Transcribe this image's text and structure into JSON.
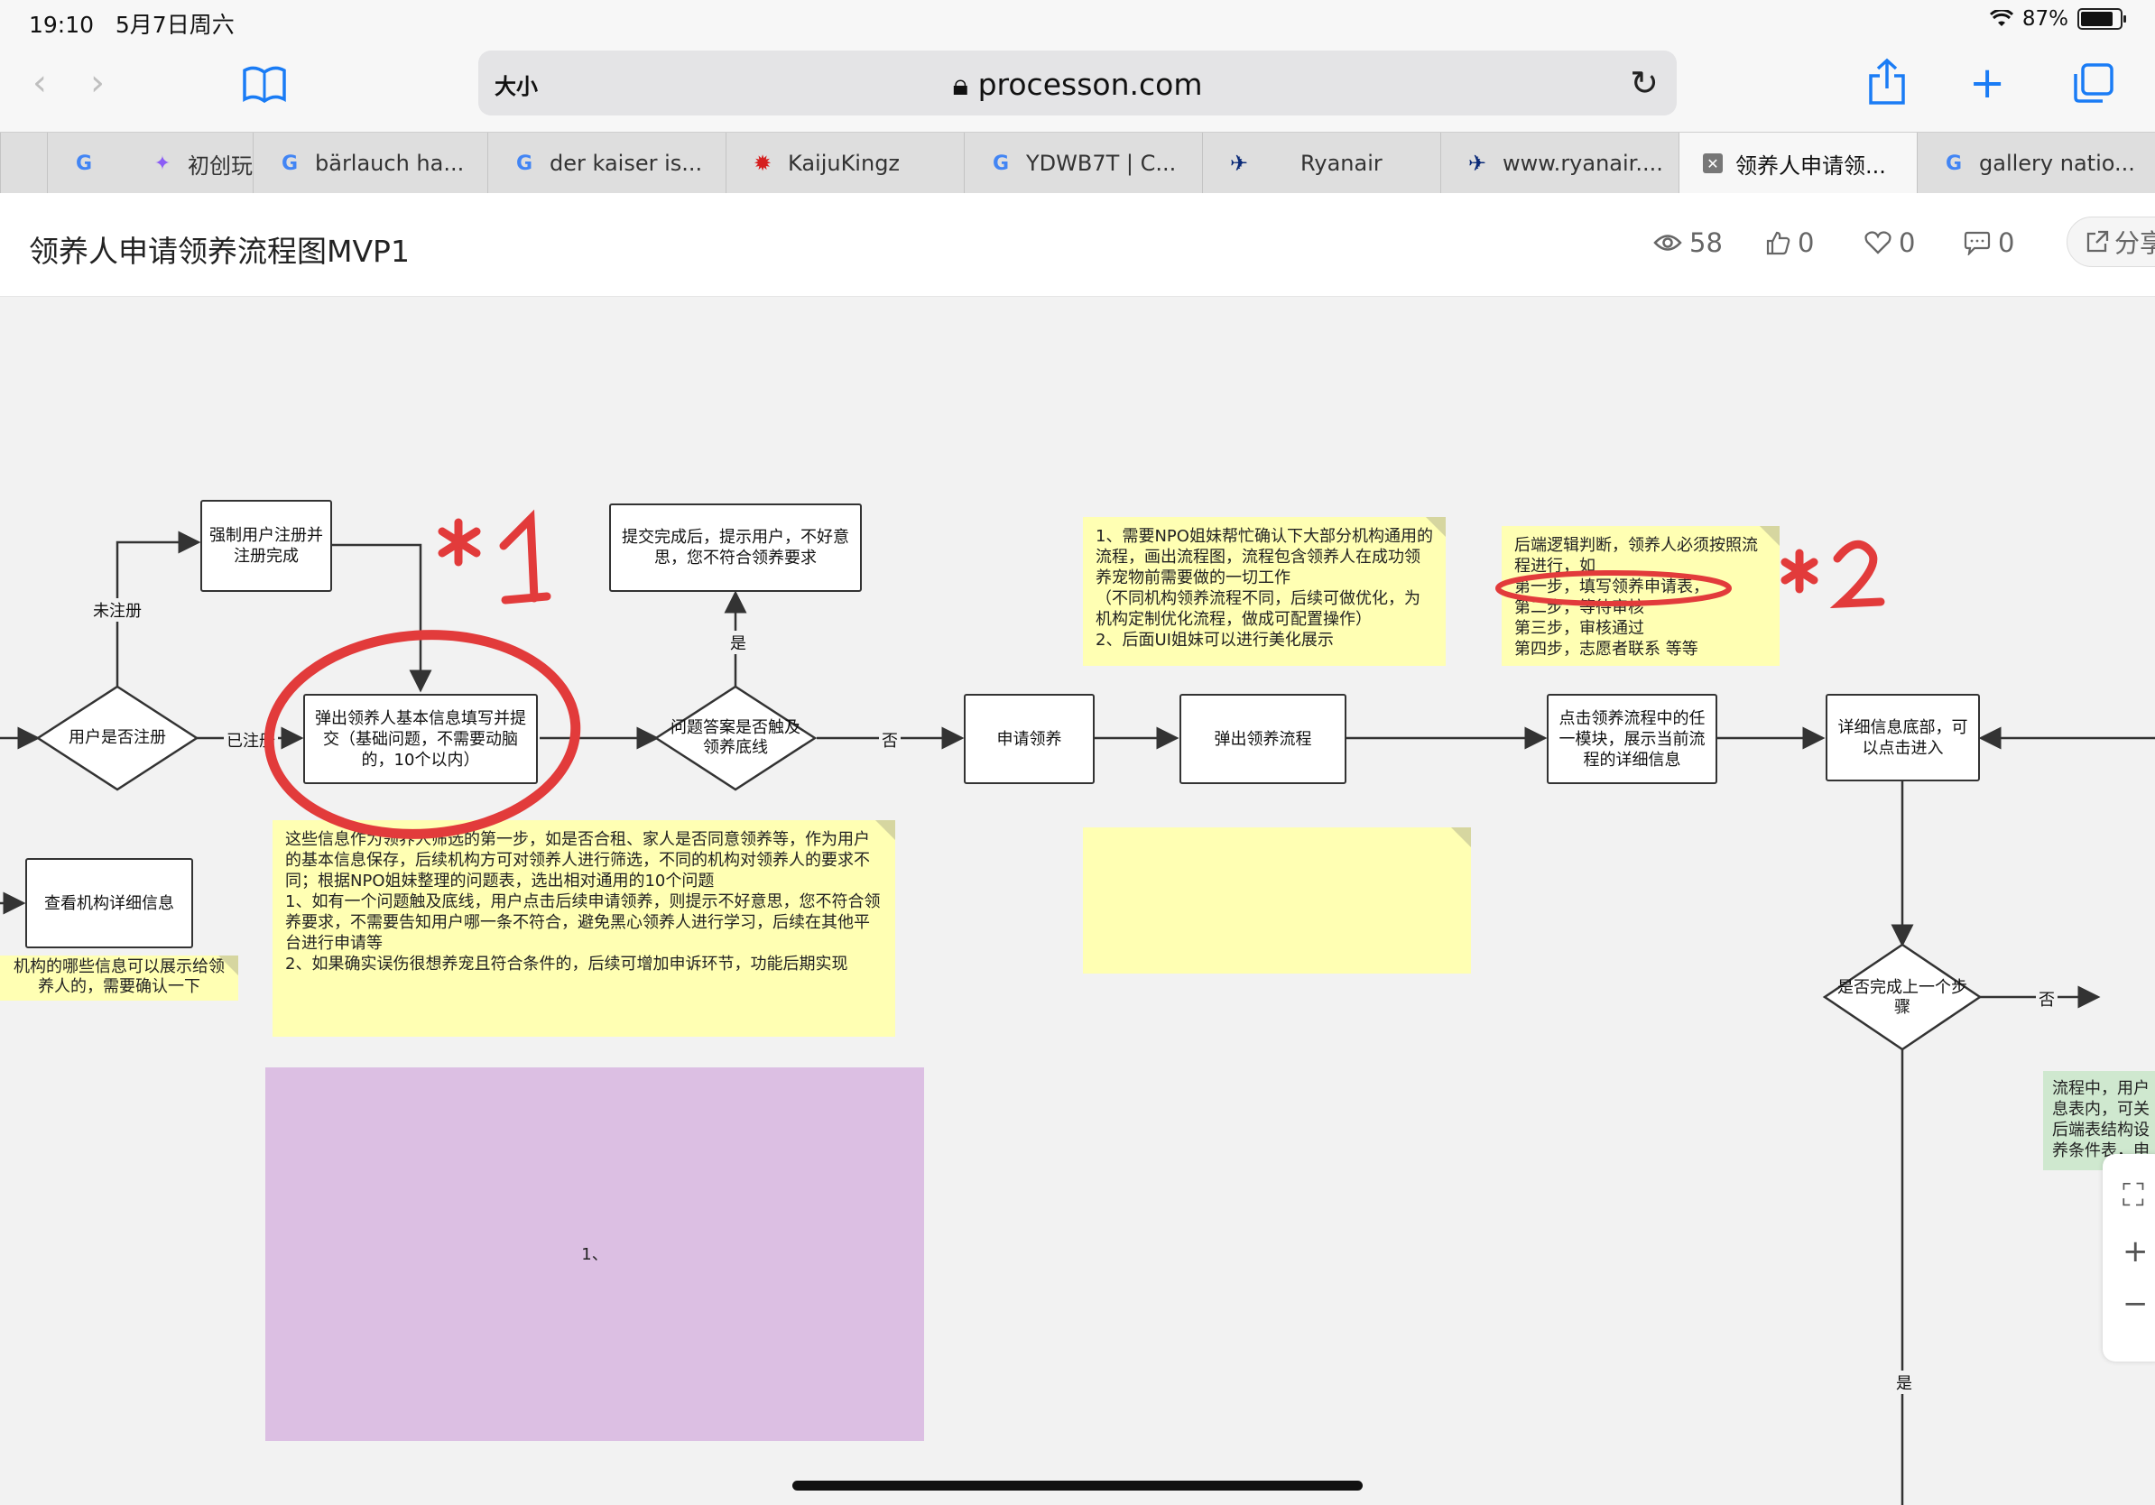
{
  "status_bar": {
    "time": "19:10",
    "date": "5月7日周六",
    "battery": "87%",
    "battery_level": 0.87
  },
  "toolbar": {
    "back_icon": "chevron-left-icon",
    "forward_icon": "chevron-right-icon",
    "bookmarks_icon": "book-icon",
    "text_size": "大小",
    "url": "processon.com",
    "share_icon": "share-icon",
    "new_tab_icon": "plus-icon",
    "tabs_icon": "tabs-icon"
  },
  "tabs": [
    {
      "label": "",
      "icon": "google-icon"
    },
    {
      "label": "初创玩家",
      "icon": "app-icon"
    },
    {
      "label": "bärlauch ha...",
      "icon": "google-icon"
    },
    {
      "label": "der kaiser is...",
      "icon": "google-icon"
    },
    {
      "label": "KaijuKingz",
      "icon": "kaiju-icon"
    },
    {
      "label": "YDWB7T | C...",
      "icon": "google-icon"
    },
    {
      "label": "Ryanair",
      "icon": "ryanair-icon"
    },
    {
      "label": "www.ryanair....",
      "icon": "ryanair-icon"
    },
    {
      "label": "领养人申请领...",
      "icon": "close-icon",
      "active": true
    },
    {
      "label": "gallery natio...",
      "icon": "google-icon"
    }
  ],
  "header": {
    "title": "领养人申请领养流程图MVP1",
    "views": "58",
    "likes": "0",
    "favorites": "0",
    "comments": "0",
    "share": "分享"
  },
  "diagram": {
    "forced_register": "强制用户注册并注册完成",
    "unregistered": "未注册",
    "registered": "已注册",
    "is_registered": "用户是否注册",
    "popup_basic_info": "弹出领养人基本信息填写并提交（基础问题，不需要动脑的，10个以内）",
    "submit_reject": "提交完成后，提示用户，不好意思，您不符合领养要求",
    "yes": "是",
    "no": "否",
    "answer_bottomline": "问题答案是否触及领养底线",
    "apply_adopt": "申请领养",
    "popup_flow": "弹出领养流程",
    "click_module": "点击领养流程中的任一模块，展示当前流程的详细信息",
    "detail_bottom": "详细信息底部，可以点击进入",
    "view_org_detail": "查看机构详细信息",
    "completed_prev": "是否完成上一个步骤",
    "note_npo": "1、需要NPO姐妹帮忙确认下大部分机构通用的流程，画出流程图，流程包含领养人在成功领养宠物前需要做的一切工作\n（不同机构领养流程不同，后续可做优化，为机构定制优化流程，做成可配置操作）\n2、后面UI姐妹可以进行美化展示",
    "note_backend": "后端逻辑判断，领养人必须按照流程进行，如\n第一步，填写领养申请表，\n第二步，等待审核\n第三步，审核通过\n第四步，志愿者联系 等等",
    "note_info": "这些信息作为领养人筛选的第一步，如是否合租、家人是否同意领养等，作为用户的基本信息保存，后续机构方可对领养人进行筛选，不同的机构对领养人的要求不同；根据NPO姐妹整理的问题表，选出相对通用的10个问题\n1、如有一个问题触及底线，用户点击后续申请领养，则提示不好意思，您不符合领养要求，不需要告知用户哪一条不符合，避免黑心领养人进行学习，后续在其他平台进行申请等\n2、如果确实误伤很想养宠且符合条件的，后续可增加申诉环节，功能后期实现",
    "note_org": "机构的哪些信息可以展示给领养人的，需要确认一下",
    "note_purple": "1、",
    "note_green": "流程中，用户\n息表内，可关\n后端表结构设\n养条件表，申",
    "annotation_1": "*1",
    "annotation_2": "*2",
    "colors": {
      "note_yellow": "#ffffb3",
      "note_purple": "#dcbfe3",
      "note_green": "#cfe8cf",
      "marker_red": "#e23b3b"
    }
  },
  "canvas_controls": {
    "fullscreen_icon": "fullscreen-icon",
    "zoom_in_icon": "plus-icon",
    "zoom_out_icon": "minus-icon"
  }
}
